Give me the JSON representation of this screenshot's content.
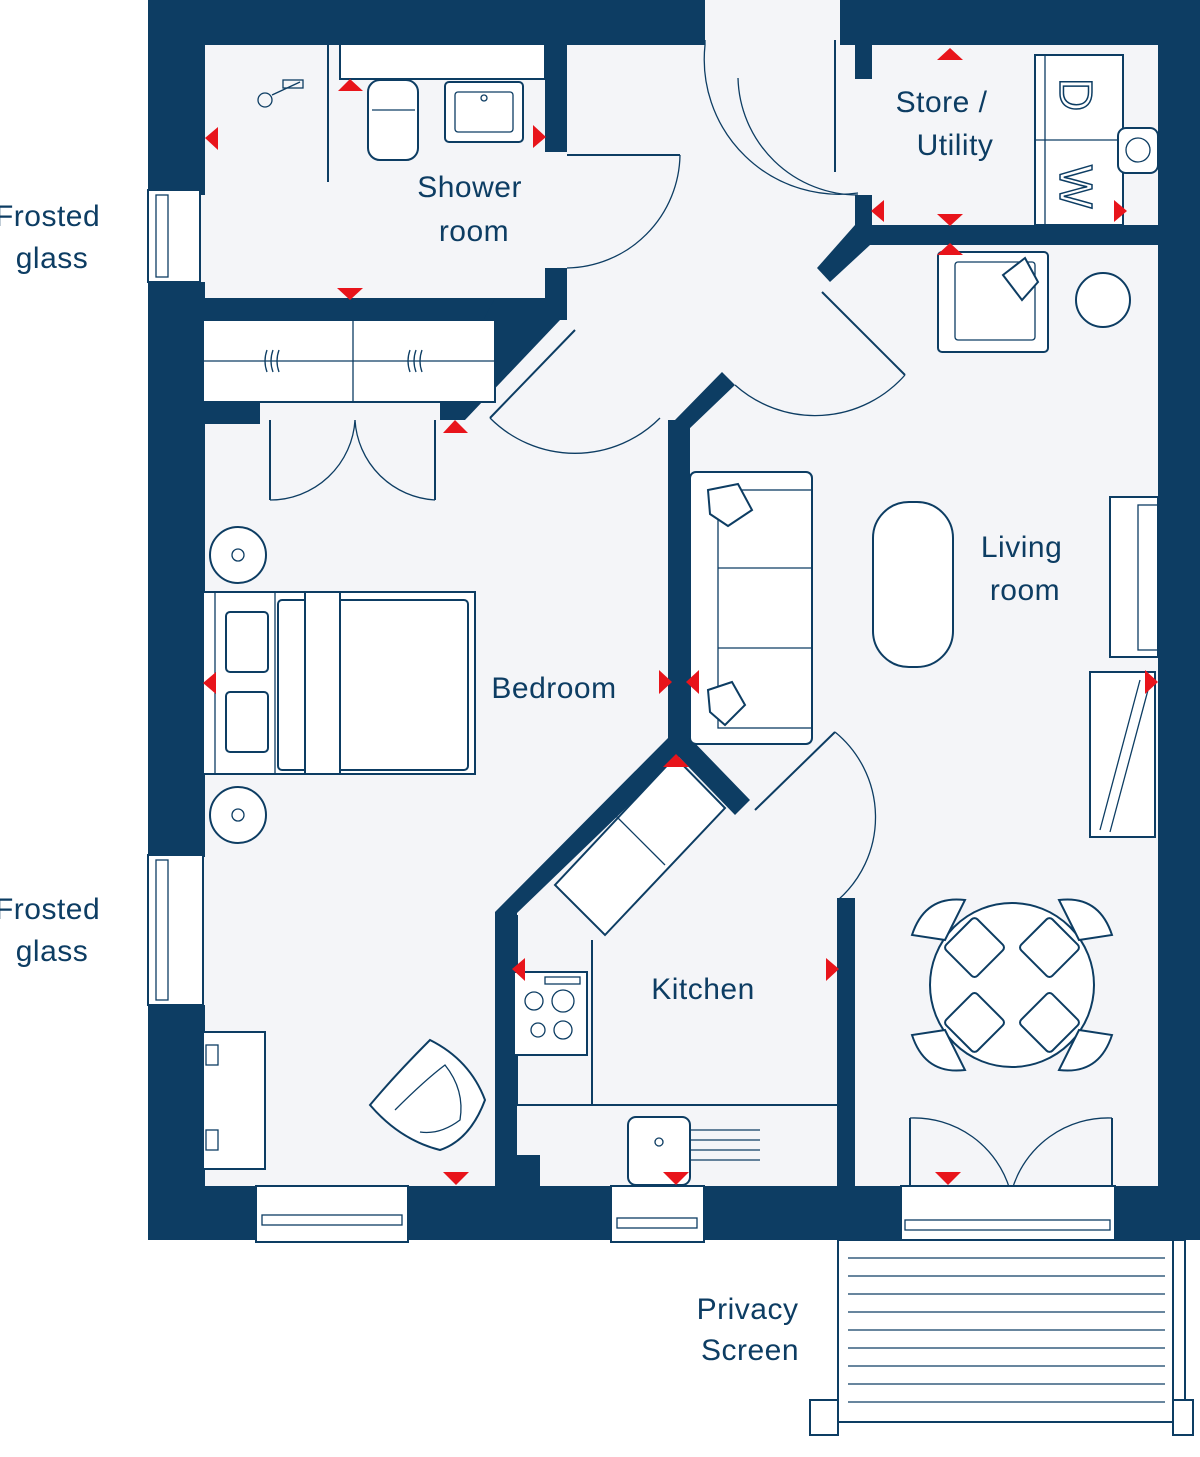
{
  "colors": {
    "wall": "#0d3d63",
    "floor": "#f4f5f8",
    "marker": "#e8141b",
    "text": "#0d3d63"
  },
  "rooms": {
    "shower_room": [
      "Shower",
      "room"
    ],
    "store_utility": [
      "Store /",
      "Utility"
    ],
    "living_room": [
      "Living",
      "room"
    ],
    "bedroom": "Bedroom",
    "kitchen": "Kitchen"
  },
  "annotations": {
    "frosted_glass_upper": [
      "Frosted",
      "glass"
    ],
    "frosted_glass_lower": [
      "Frosted",
      "glass"
    ],
    "privacy_screen": [
      "Privacy",
      "Screen"
    ]
  },
  "appliances": {
    "dishwasher_letters": [
      "D",
      "W"
    ]
  },
  "icons": [
    "socket-marker-icon",
    "door-swing-icon",
    "bed-icon",
    "sofa-icon",
    "dining-table-icon",
    "hob-icon",
    "sink-icon",
    "toilet-icon",
    "shower-icon",
    "armchair-icon",
    "wardrobe-icon",
    "boiler-icon"
  ]
}
